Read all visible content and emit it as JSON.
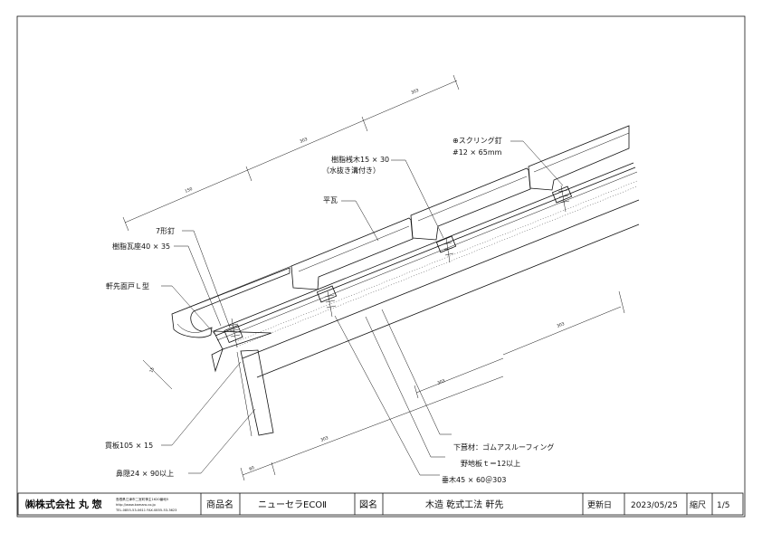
{
  "labels": {
    "screw_nail": "⊕スクリング釘",
    "screw_size": "#12 × 65mm",
    "resin_batten": "樹脂桟木15 × 30",
    "resin_batten_note": "（水抜き溝付き）",
    "flat_tile": "平瓦",
    "seven_nail": "7形釘",
    "resin_tile_base": "樹脂瓦座40 × 35",
    "eave_l_type": "軒先面戸Ｌ型",
    "through_board": "貫板105 × 15",
    "fascia_board": "鼻隠24 × 90以上",
    "underlay": "下葺材：ゴムアスルーフィング",
    "sheathing": "野地板ｔ＝12以上",
    "rafter": "垂木45 × 60＠303"
  },
  "dims": {
    "top_a": "150",
    "top_b": "303",
    "top_c": "303",
    "right_a": "303",
    "mid_a": "303",
    "bot_a": "303",
    "bot_b": "60",
    "left_a": "15"
  },
  "title_block": {
    "company": "㈱株式会社 丸 惣",
    "company_address": "島根県江津市二宮町神主1620番地5",
    "company_url": "http://www.kamaro.co.jp",
    "company_tel": "TEL.0855-53-0611 FAX.0855-53-3623",
    "product_name_label": "商品名",
    "product_name": "ニューセラECOⅡ",
    "drawing_name_label": "図名",
    "drawing_name": "木造 乾式工法 軒先",
    "update_label": "更新日",
    "update_date": "2023/05/25",
    "scale_label": "縮尺",
    "page": "1/5"
  }
}
